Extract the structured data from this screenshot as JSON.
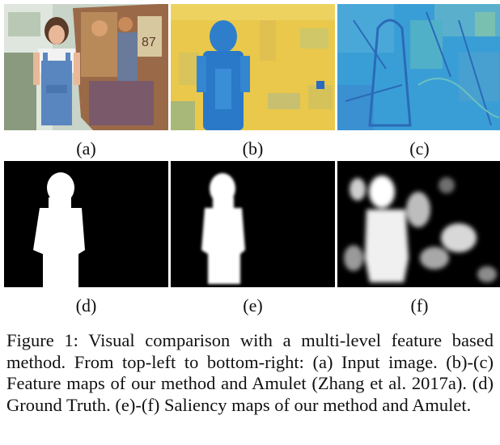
{
  "panels": [
    {
      "label": "(a)",
      "content": "input photograph: woman in denim overalls beside a painted mural"
    },
    {
      "label": "(b)",
      "content": "feature map of our method"
    },
    {
      "label": "(c)",
      "content": "feature map of Amulet"
    },
    {
      "label": "(d)",
      "content": "ground truth mask"
    },
    {
      "label": "(e)",
      "content": "saliency map of our method"
    },
    {
      "label": "(f)",
      "content": "saliency map of Amulet"
    }
  ],
  "caption": "Figure 1: Visual comparison with a multi-level feature based method. From top-left to bottom-right: (a) Input image. (b)-(c) Feature maps of our method and Amulet (Zhang et al. 2017a). (d) Ground Truth. (e)-(f) Saliency maps of our method and Amulet.",
  "colors": {
    "feature_bg": "#e8c84a",
    "feature_person": "#2a7fd0",
    "amulet_bg": "#3aa0d8",
    "mask_bg": "#000000",
    "mask_fg": "#ffffff"
  }
}
